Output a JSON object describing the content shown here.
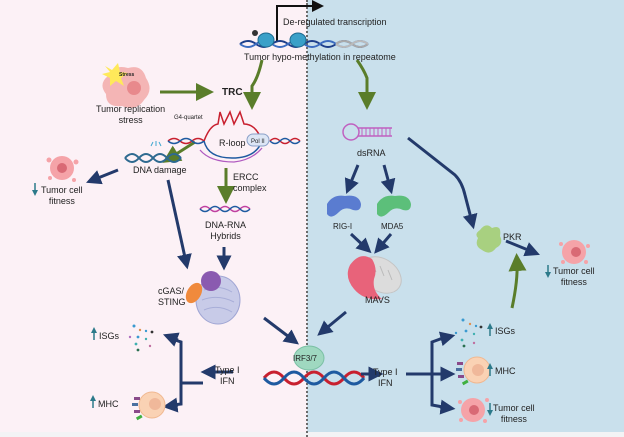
{
  "colors": {
    "left_bg": "#fcf1f6",
    "right_bg": "#c9e0ec",
    "green_arrow": "#5a7d2a",
    "navy_arrow": "#233a6b",
    "up_down_arrow": "#2c7a8a",
    "dna_red": "#c8202f",
    "dna_blue": "#1e5aa0"
  },
  "top": {
    "transcription": "De-regulated transcription",
    "hypomethylation": "Tumor hypo-methylation in repeatome"
  },
  "left": {
    "stress_badge": "Stress",
    "replication_stress": [
      "Tumor replication",
      "stress"
    ],
    "trc": "TRC",
    "g4_quartet": "G4-quartet",
    "r_loop": "R-loop",
    "pol2": "Pol II",
    "dna_damage": "DNA damage",
    "ercc": [
      "ERCC",
      "complex"
    ],
    "hybrids": [
      "DNA-RNA",
      "Hybrids"
    ],
    "fitness": [
      "Tumor cell",
      "fitness"
    ],
    "cgas": [
      "cGAS/",
      "STING"
    ],
    "isgs": "ISGs",
    "mhc": "MHC",
    "ifn": [
      "Type I",
      "IFN"
    ]
  },
  "center": {
    "irf": "IRF3/7"
  },
  "right": {
    "dsrna": "dsRNA",
    "rigi": "RIG-I",
    "mda5": "MDA5",
    "mavs": "MAVS",
    "pkr": "PKR",
    "fitness_top": [
      "Tumor cell",
      "fitness"
    ],
    "ifn": [
      "Type I",
      "IFN"
    ],
    "isgs": "ISGs",
    "mhc": "MHC",
    "fitness_bottom": [
      "Tumor cell",
      "fitness"
    ]
  }
}
